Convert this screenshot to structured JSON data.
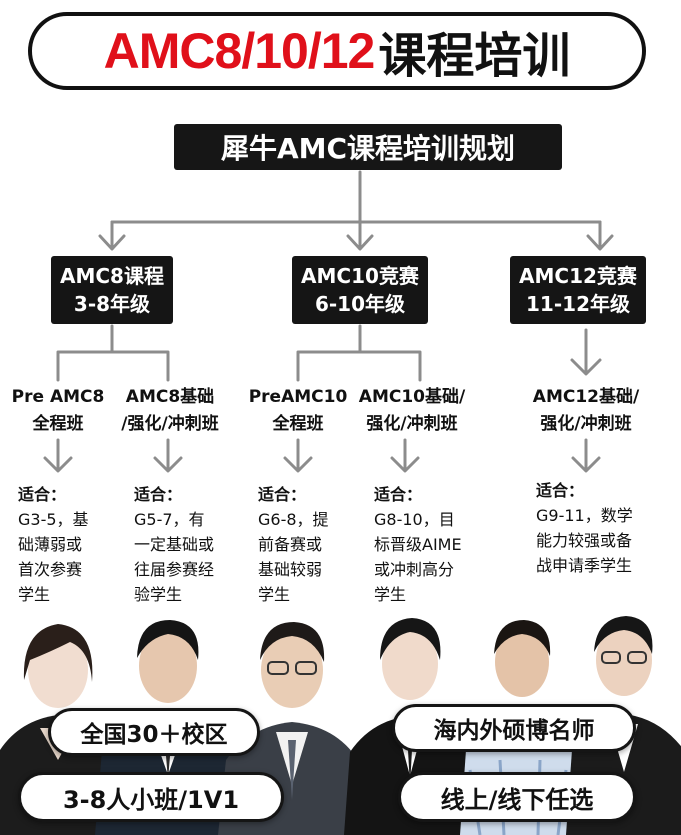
{
  "header": {
    "title_red": "AMC8/10/12",
    "title_black": "课程培训"
  },
  "plan_title": "犀牛AMC课程培训规划",
  "grades": [
    {
      "name": "AMC8课程",
      "level": "3-8年级"
    },
    {
      "name": "AMC10竞赛",
      "level": "6-10年级"
    },
    {
      "name": "AMC12竞赛",
      "level": "11-12年级"
    }
  ],
  "classes": [
    {
      "line1": "Pre AMC8",
      "line2": "全程班"
    },
    {
      "line1": "AMC8基础",
      "line2": "/强化/冲刺班"
    },
    {
      "line1": "PreAMC10",
      "line2": "全程班"
    },
    {
      "line1": "AMC10基础/",
      "line2": "强化/冲刺班"
    },
    {
      "line1": "AMC12基础/",
      "line2": "强化/冲刺班"
    }
  ],
  "fit_heading": "适合：",
  "fits": [
    {
      "lines": [
        "G3-5，基",
        "础薄弱或",
        "首次参赛",
        "学生"
      ]
    },
    {
      "lines": [
        "G5-7，有",
        "一定基础或",
        "往届参赛经",
        "验学生"
      ]
    },
    {
      "lines": [
        "G6-8，提",
        "前备赛或",
        "基础较弱",
        "学生"
      ]
    },
    {
      "lines": [
        "G8-10，目",
        "标晋级AIME",
        "或冲刺高分",
        "学生"
      ]
    },
    {
      "lines": [
        "G9-11，数学",
        "能力较强或备",
        "战申请季学生"
      ]
    }
  ],
  "badges": {
    "campus": "全国30＋校区",
    "teachers": "海内外硕博名师",
    "small_class": "3-8人小班/1V1",
    "mode": "线上/线下任选"
  },
  "colors": {
    "accent_red": "#e0101a",
    "box_black": "#151515",
    "connector_gray": "#8c8c8c"
  }
}
